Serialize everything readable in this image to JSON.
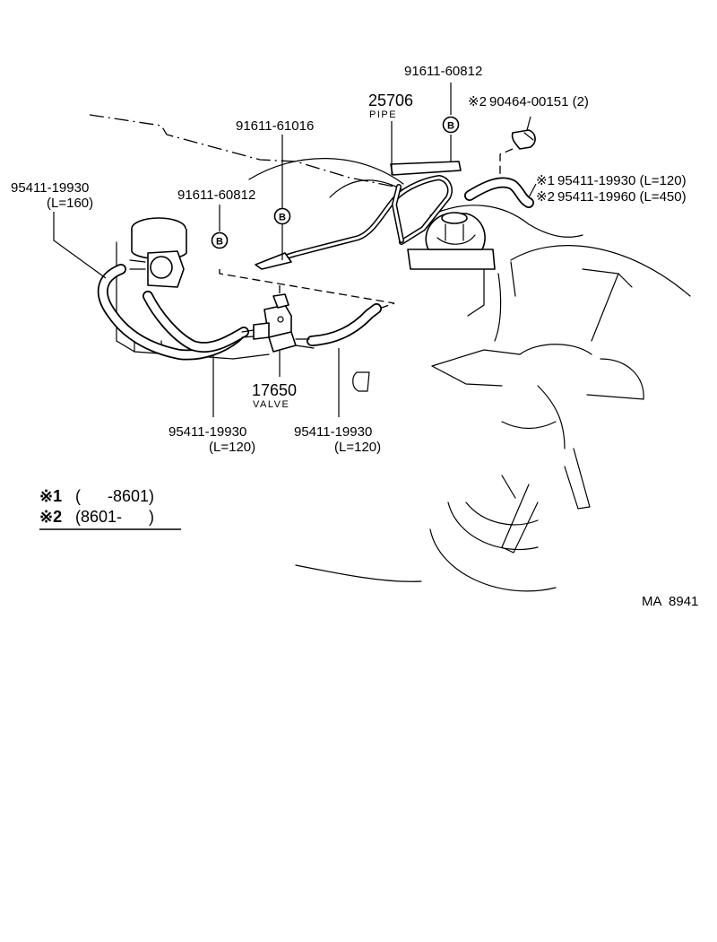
{
  "labels": {
    "hose_top_left": "95411-19930",
    "hose_top_left_len": "(L=160)",
    "bolt_left": "91611-60812",
    "bolt_mid": "91611-61016",
    "pipe_part": "25706",
    "pipe_name": "PIPE",
    "bolt_top": "91611-60812",
    "clamp_mark": "※2",
    "clamp_part": "90464-00151 (2)",
    "hose_right_1_mark": "※1",
    "hose_right_1": "95411-19930 (L=120)",
    "hose_right_2_mark": "※2",
    "hose_right_2": "95411-19960 (L=450)",
    "valve_part": "17650",
    "valve_name": "VALVE",
    "hose_bottom_left": "95411-19930",
    "hose_bottom_left_len": "(L=120)",
    "hose_bottom_right": "95411-19930",
    "hose_bottom_right_len": "(L=120)",
    "bolt_badge": "B"
  },
  "notes": {
    "note1_mark": "※1",
    "note1_range": "(      -8601)",
    "note2_mark": "※2",
    "note2_range": "(8601-      )"
  },
  "code": "MA  8941"
}
